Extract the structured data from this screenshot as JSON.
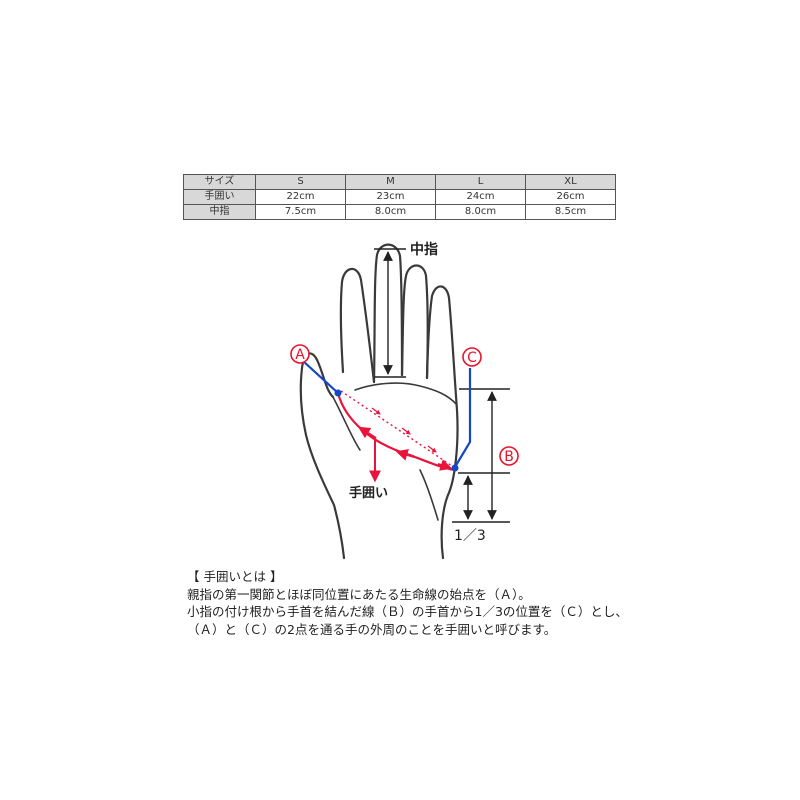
{
  "table": {
    "header": [
      "サイズ",
      "S",
      "M",
      "L",
      "XL"
    ],
    "rows": [
      [
        "手囲い",
        "22cm",
        "23cm",
        "24cm",
        "26cm"
      ],
      [
        "中指",
        "7.5cm",
        "8.0cm",
        "8.0cm",
        "8.5cm"
      ]
    ]
  },
  "diagram": {
    "middle_finger_label": "中指",
    "marker_a": "A",
    "marker_b": "B",
    "marker_c": "C",
    "hand_circumference_label": "手囲い",
    "ratio_label": "1／3",
    "colors": {
      "red": "#e8143c",
      "blue": "#1446c8",
      "marker_red": "#e8142a",
      "outline": "#3a3a3a"
    }
  },
  "explanation": {
    "title": "【 手囲いとは 】",
    "lines": [
      "親指の第一関節とほぼ同位置にあたる生命線の始点を（Ａ）。",
      "小指の付け根から手首を結んだ線（Ｂ）の手首から1／3の位置を（Ｃ）とし、",
      "（Ａ）と（Ｃ）の2点を通る手の外周のことを手囲いと呼びます。"
    ]
  }
}
